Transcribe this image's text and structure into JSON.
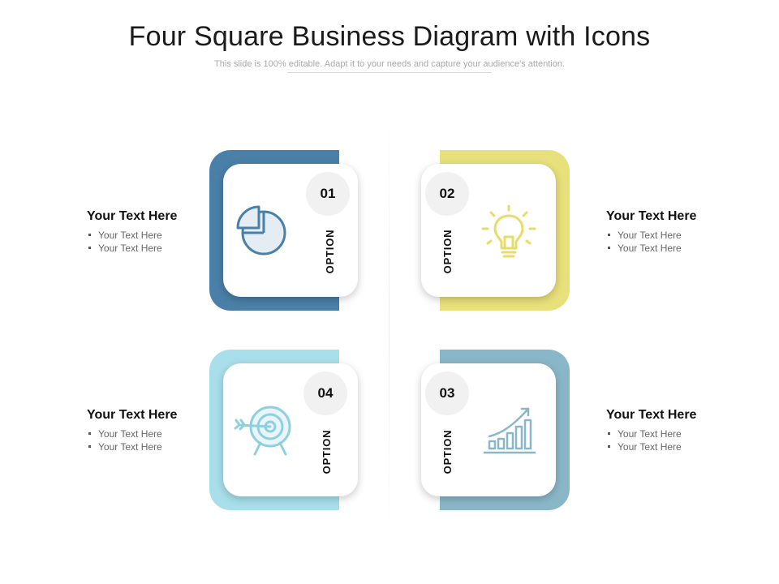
{
  "header": {
    "title": "Four Square Business Diagram with Icons",
    "subtitle": "This slide is 100% editable. Adapt it to your needs and capture your audience's attention."
  },
  "colors": {
    "steel_blue": "#4a7fa7",
    "yellow": "#e8e07a",
    "light_cyan": "#a8dfeb",
    "gray_blue": "#8ab7c8"
  },
  "options": [
    {
      "number": "01",
      "label": "OPTION",
      "icon": "pie-chart-icon",
      "color": "#4a7fa7",
      "heading": "Your Text Here",
      "bullets": [
        "Your Text Here",
        "Your Text Here"
      ]
    },
    {
      "number": "02",
      "label": "OPTION",
      "icon": "lightbulb-icon",
      "color": "#e8e07a",
      "heading": "Your Text Here",
      "bullets": [
        "Your Text Here",
        "Your Text Here"
      ]
    },
    {
      "number": "03",
      "label": "OPTION",
      "icon": "growth-chart-icon",
      "color": "#8ab7c8",
      "heading": "Your Text Here",
      "bullets": [
        "Your Text Here",
        "Your Text Here"
      ]
    },
    {
      "number": "04",
      "label": "OPTION",
      "icon": "target-icon",
      "color": "#a8dfeb",
      "heading": "Your Text Here",
      "bullets": [
        "Your Text Here",
        "Your Text Here"
      ]
    }
  ]
}
